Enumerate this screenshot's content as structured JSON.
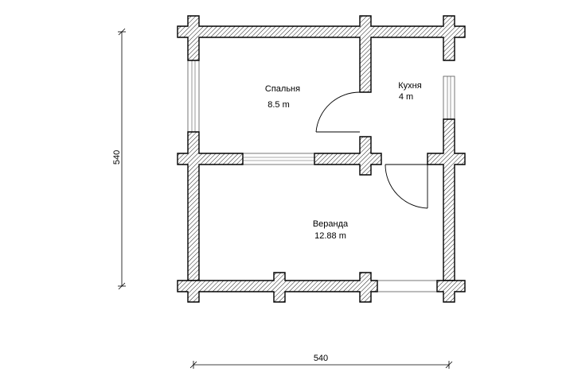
{
  "plan": {
    "rooms": [
      {
        "name": "Спальня",
        "area": "8.5 m"
      },
      {
        "name": "Кухня",
        "area": "4 m"
      },
      {
        "name": "Веранда",
        "area": "12.88 m"
      }
    ],
    "dimensions": {
      "height": "540",
      "width": "540"
    }
  }
}
